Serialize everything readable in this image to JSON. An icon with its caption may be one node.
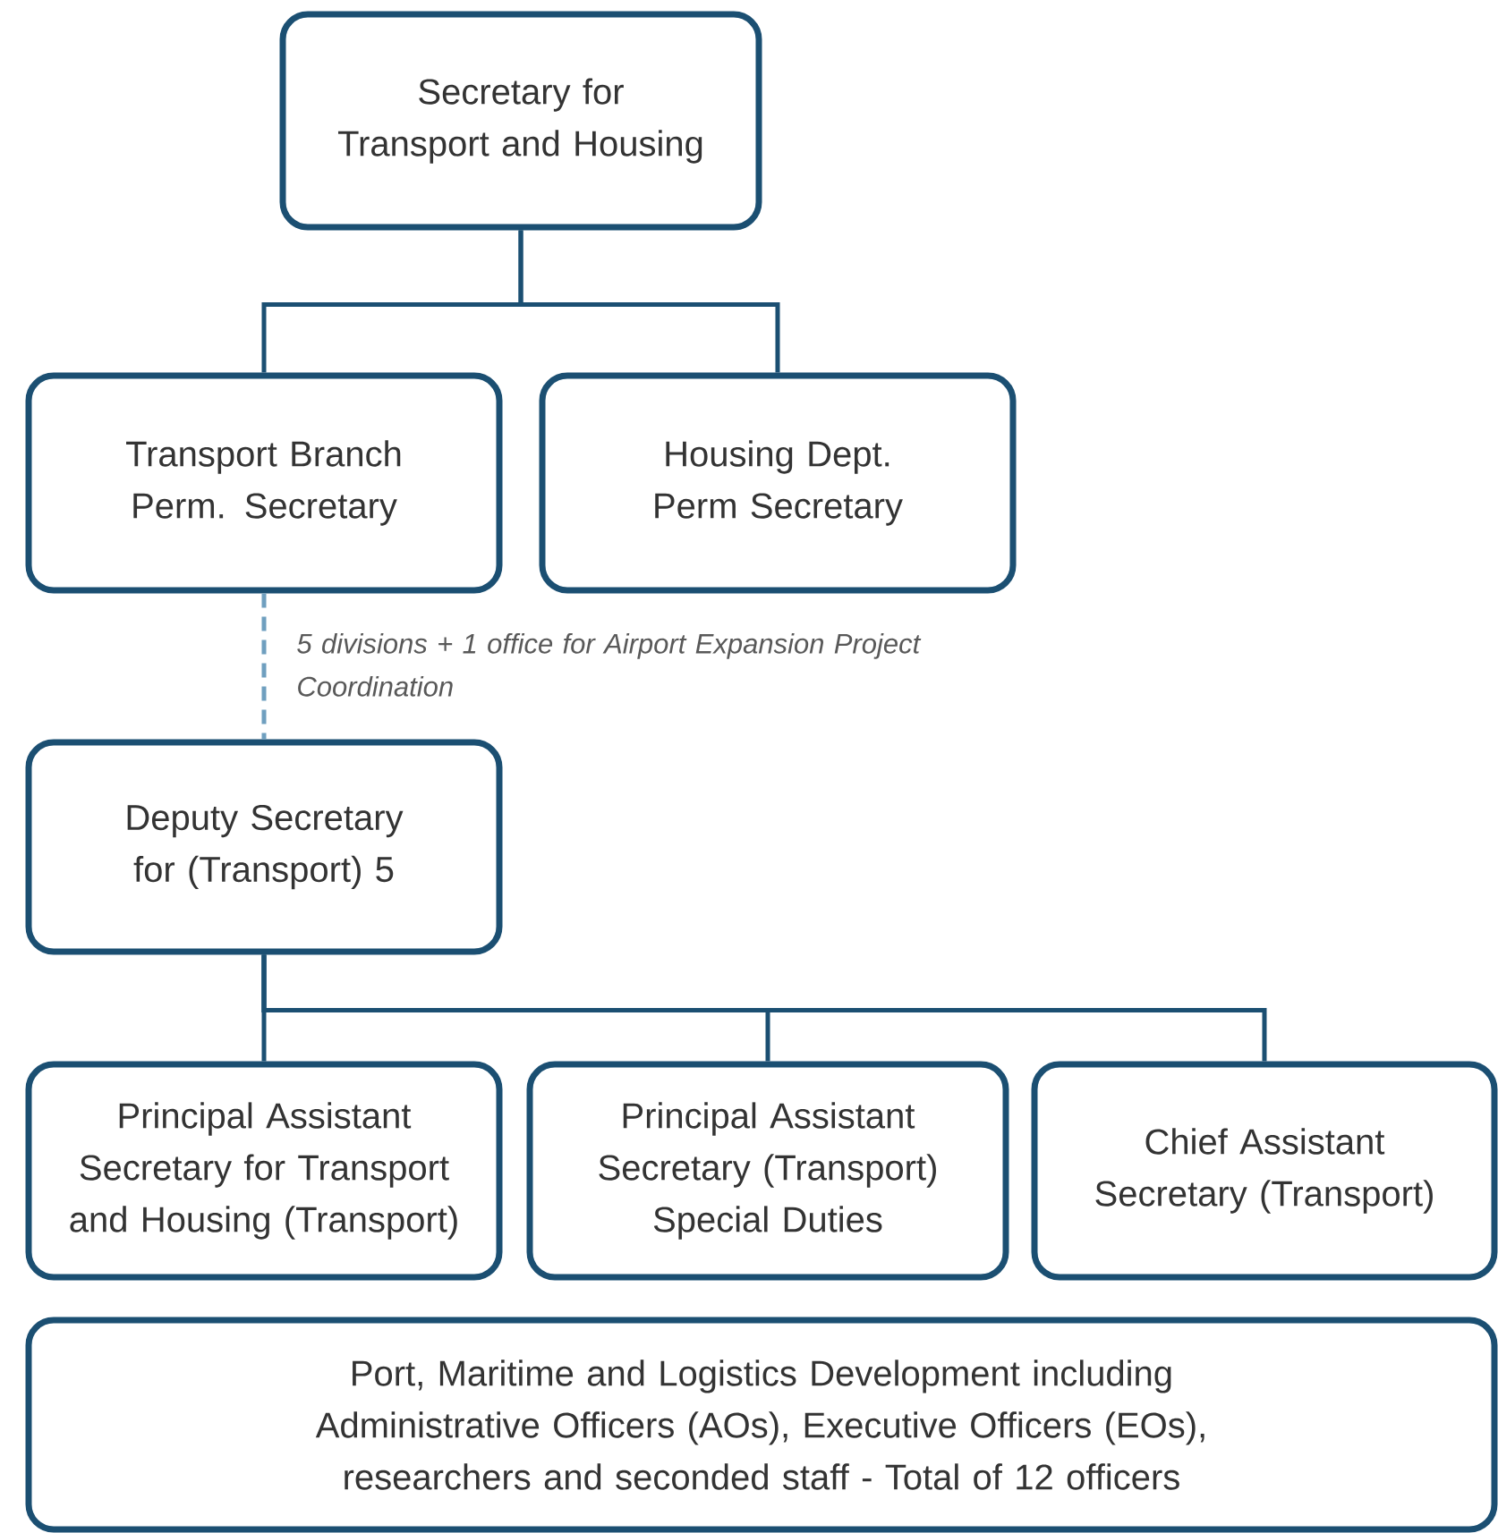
{
  "diagram": {
    "nodes": [
      {
        "text": [
          "Secretary for Transport and Housing"
        ]
      },
      {
        "text": [
          "Transport Branch Perm. Secretary"
        ]
      },
      {
        "text": [
          "Housing Dept. Perm Secretary"
        ]
      },
      {
        "text": [
          "Deputy Secretary for (Transport) 5"
        ]
      },
      {
        "text": [
          "Principal Assistant Secretary for Transport and Housing (Transport)"
        ]
      },
      {
        "text": [
          "Principal Assistant Secretary (Transport) Special Duties"
        ]
      },
      {
        "text": [
          "Chief Assistant Secretary (Transport)"
        ]
      },
      {
        "text": [
          "Port, Maritime and Logistics Development including Administrative Officers (AOs), Executive Officers (EOs), researchers and seconded staff - Total of 12 officers"
        ]
      }
    ],
    "edges": [
      {
        "from": 0,
        "to": 1,
        "arrow": "none"
      },
      {
        "from": 0,
        "to": 2,
        "arrow": "none"
      },
      {
        "from": 1,
        "to": 3,
        "arrow": "none",
        "style": "dashed",
        "color": "#6f9fbf",
        "label": "5 divisions + 1 office for Airport Expansion Project Coordination"
      },
      {
        "from": 3,
        "to": 4,
        "arrow": "none"
      },
      {
        "from": 3,
        "to": 5,
        "arrow": "none"
      },
      {
        "from": 3,
        "to": 6,
        "arrow": "none"
      }
    ]
  }
}
